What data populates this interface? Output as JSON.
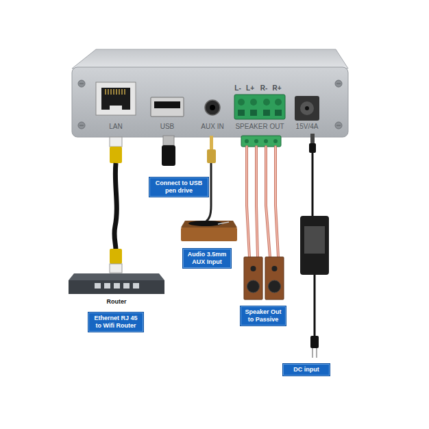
{
  "diagram": {
    "nodes": [
      {
        "text": [
          "Connect to USB pen drive"
        ]
      },
      {
        "text": [
          "Audio 3.5mm AUX Input"
        ]
      },
      {
        "text": [
          "Speaker Out to Passive"
        ]
      },
      {
        "text": [
          "Ethernet RJ 45 to Wifi Router"
        ]
      },
      {
        "text": [
          "DC input"
        ]
      }
    ],
    "labels": [
      "L-",
      "L+",
      "R-",
      "R+",
      "LAN",
      "USB",
      "AUX IN",
      "SPEAKER OUT",
      "15V/4A",
      "Router"
    ]
  }
}
